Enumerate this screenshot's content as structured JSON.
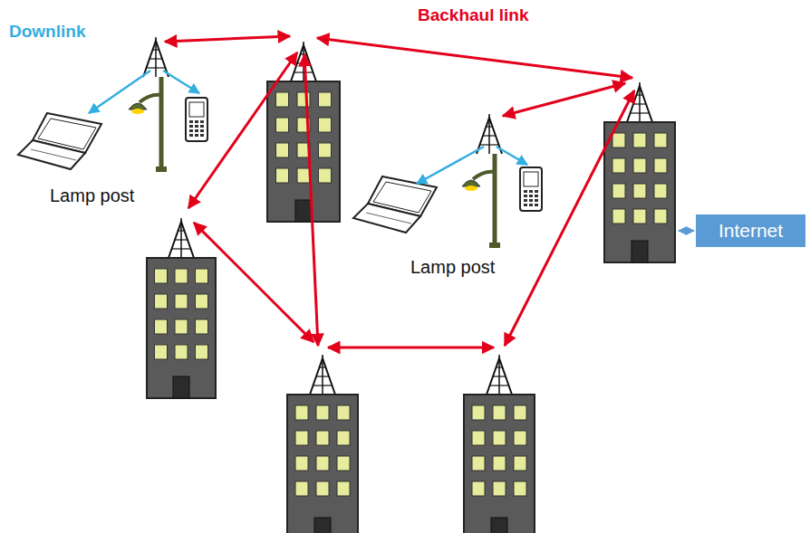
{
  "diagram": {
    "nodes": [
      {
        "text": [
          "Internet"
        ]
      }
    ],
    "labels": [
      "Backhaul link",
      "Downlink",
      "Lamp post",
      "Lamp post"
    ]
  }
}
